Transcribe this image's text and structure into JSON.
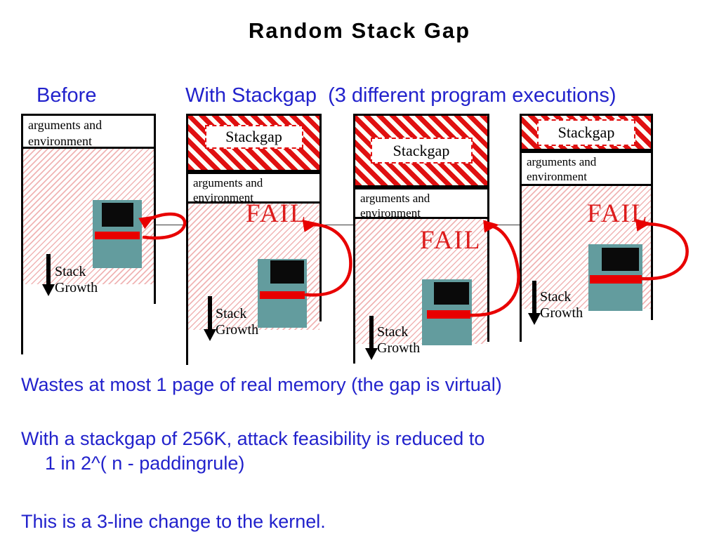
{
  "title": "Random Stack Gap",
  "header": {
    "before_label": "Before",
    "with_stackgap_label": "With Stackgap  (3 different program executions)"
  },
  "diagram": {
    "stackgap_label": "Stackgap",
    "args_label": "arguments and environment",
    "stack_growth_label": "Stack Growth",
    "fail_label": "FAIL"
  },
  "notes": {
    "line1": "Wastes at most 1 page of real memory (the gap is virtual)",
    "line2a": "With a stackgap of 256K, attack feasibility is reduced to",
    "line2b": "1 in 2^( n - paddingrule)",
    "line3": "This is a 3-line change to the kernel."
  },
  "colors": {
    "accent_blue": "#2222cc",
    "stripe_red": "#e01010",
    "arrow_red": "#e80000",
    "fail_red": "#dd1c1c",
    "hatch_pink": "#f0b4b4",
    "machine_teal": "#639c9e",
    "screen_black": "#0a0a0a"
  }
}
